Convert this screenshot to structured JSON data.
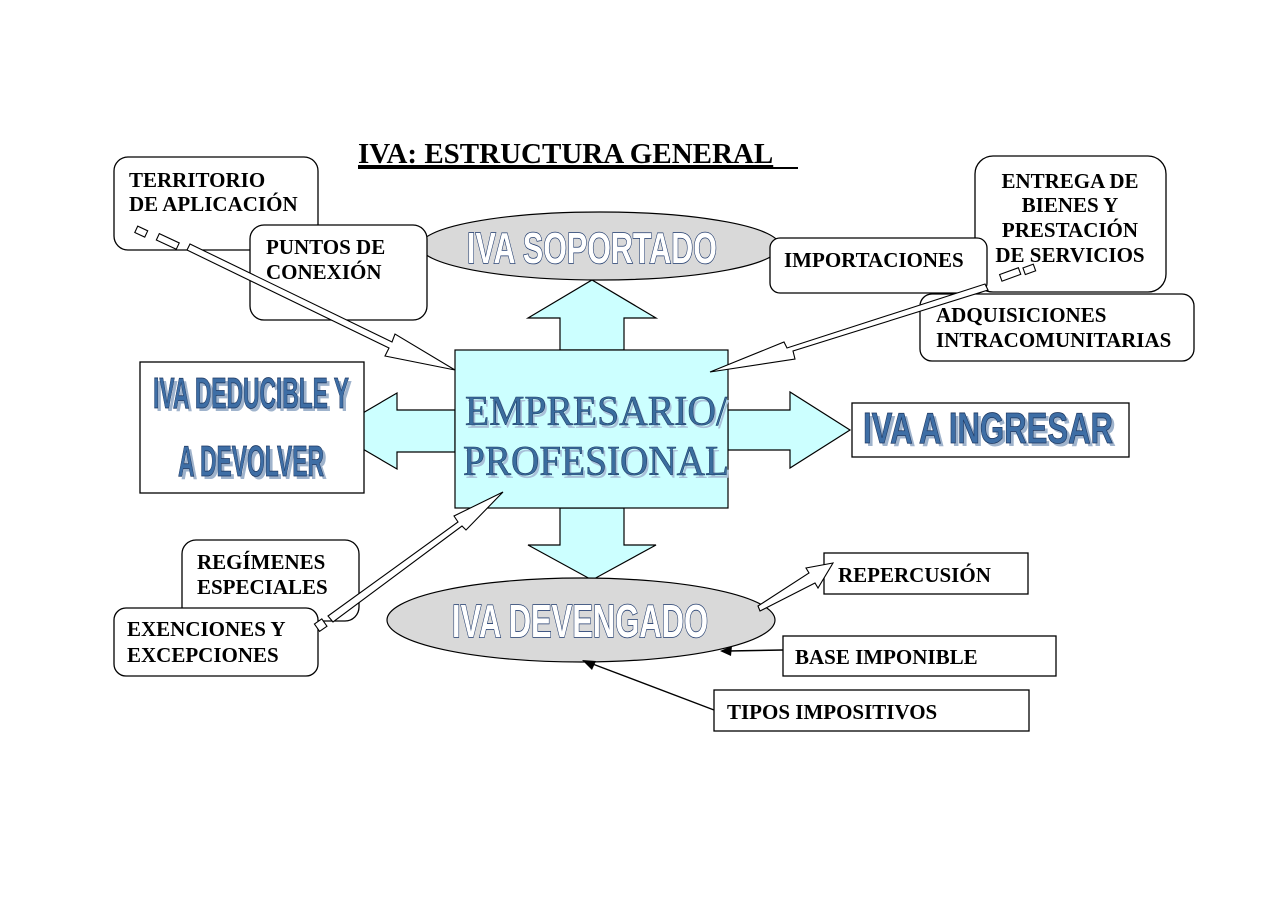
{
  "title": "IVA: ESTRUCTURA GENERAL",
  "center": {
    "line1": "EMPRESARIO/",
    "line2": "PROFESIONAL"
  },
  "ellipses": {
    "soportado": "IVA SOPORTADO",
    "devengado": "IVA DEVENGADO"
  },
  "side": {
    "deducible_line1": "IVA DEDUCIBLE Y",
    "deducible_line2": "A DEVOLVER",
    "ingresar": "IVA A INGRESAR"
  },
  "boxes": {
    "territorio": [
      "TERRITORIO",
      "DE APLICACIÓN"
    ],
    "puntos": [
      "PUNTOS DE",
      "CONEXIÓN"
    ],
    "importaciones": "IMPORTACIONES",
    "entrega": [
      "ENTREGA DE",
      "BIENES Y",
      "PRESTACIÓN",
      "DE SERVICIOS"
    ],
    "adquisiciones": [
      "ADQUISICIONES",
      "INTRACOMUNITARIAS"
    ],
    "regimenes": [
      "REGÍMENES",
      "ESPECIALES"
    ],
    "exenciones": [
      "EXENCIONES Y",
      "EXCEPCIONES"
    ],
    "repercusion": "REPERCUSIÓN",
    "base": "BASE IMPONIBLE",
    "tipos": "TIPOS IMPOSITIVOS"
  }
}
